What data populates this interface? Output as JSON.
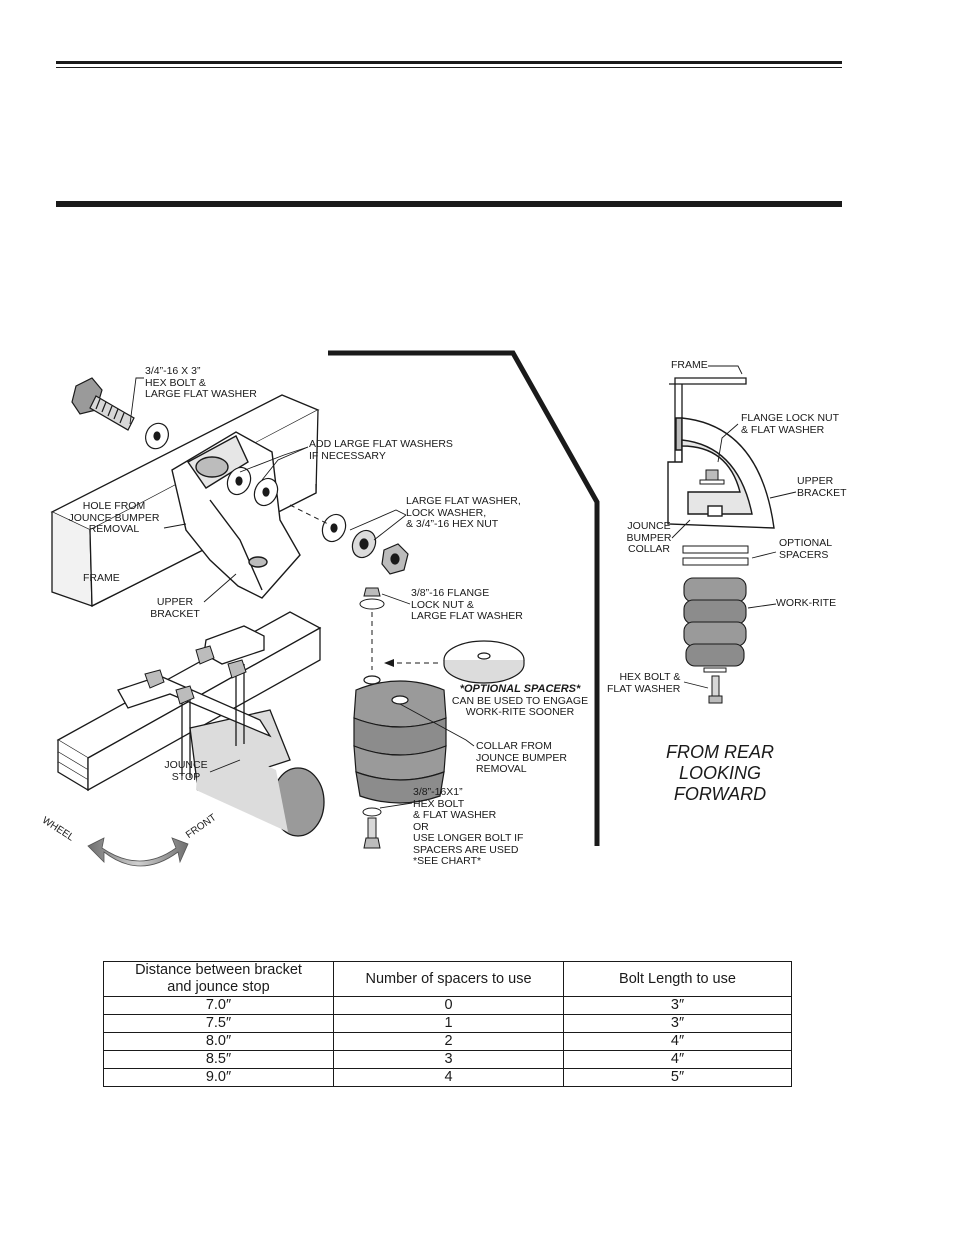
{
  "left_view": {
    "labels": {
      "hex_bolt": "3/4”-16 X 3”\nHEX BOLT &\nLARGE FLAT WASHER",
      "add_washers": "ADD LARGE FLAT WASHERS\nIF NECESSARY",
      "large_flat_washer": "LARGE FLAT WASHER,\nLOCK WASHER,\n& 3/4”-16 HEX NUT",
      "hole_from": "HOLE FROM\nJOUNCE BUMPER\nREMOVAL",
      "frame": "FRAME",
      "upper_bracket": "UPPER\nBRACKET",
      "flange_lock_nut": "3/8”-16 FLANGE\nLOCK NUT &\nLARGE FLAT WASHER",
      "optional_spacers_heading": "*OPTIONAL SPACERS*",
      "optional_spacers_note": "CAN BE USED TO ENGAGE\nWORK-RITE SOONER",
      "collar_from": "COLLAR FROM\nJOUNCE BUMPER\nREMOVAL",
      "hex_bolt_small": "3/8”-16X1”\nHEX BOLT\n& FLAT WASHER\nOR\nUSE LONGER BOLT IF\nSPACERS ARE USED\n*SEE CHART*",
      "jounce_stop": "JOUNCE\nSTOP",
      "wheel": "WHEEL",
      "front": "FRONT"
    }
  },
  "right_view": {
    "labels": {
      "frame": "FRAME",
      "flange_lock_nut": "FLANGE LOCK NUT\n& FLAT WASHER",
      "upper_bracket": "UPPER\nBRACKET",
      "jounce_bumper_collar": "JOUNCE\nBUMPER\nCOLLAR",
      "optional_spacers": "OPTIONAL\nSPACERS",
      "work_rite": "WORK-RITE",
      "hex_bolt": "HEX BOLT &\nFLAT WASHER"
    },
    "title": "FROM REAR\nLOOKING\nFORWARD"
  },
  "table": {
    "headers": [
      "Distance between bracket\nand jounce stop",
      "Number of spacers to use",
      "Bolt Length to use"
    ],
    "rows": [
      [
        "7.0″",
        "0",
        "3″"
      ],
      [
        "7.5″",
        "1",
        "3″"
      ],
      [
        "8.0″",
        "2",
        "4″"
      ],
      [
        "8.5″",
        "3",
        "4″"
      ],
      [
        "9.0″",
        "4",
        "5″"
      ]
    ]
  }
}
